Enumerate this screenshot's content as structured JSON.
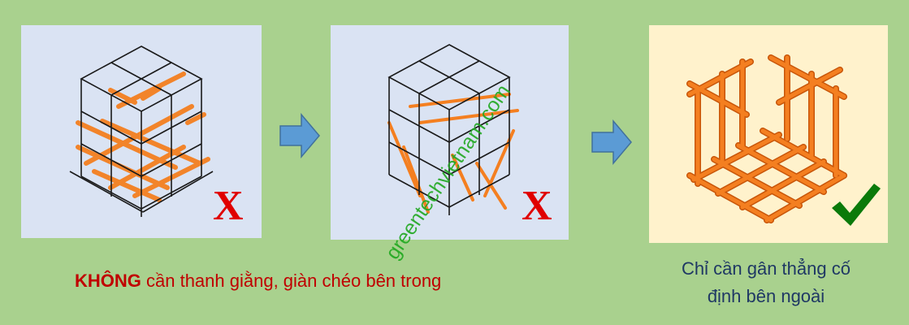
{
  "panels": [
    {
      "id": "panel-internal-grid",
      "mark": "X",
      "mark_color": "#e00000"
    },
    {
      "id": "panel-diagonal-braces",
      "mark": "X",
      "mark_color": "#e00000"
    },
    {
      "id": "panel-outer-frame",
      "mark": "check-icon",
      "mark_color": "#0a7a0a"
    }
  ],
  "captions": {
    "left_bold": "KHÔNG",
    "left_rest": " cần thanh giằng, giàn chéo bên trong",
    "right_line1": "Chỉ cần gân thẳng cố",
    "right_line2": "định bên ngoài"
  },
  "watermark": "greentechvietnam.com",
  "colors": {
    "background": "#a9d18e",
    "panel_blue": "#dae3f3",
    "panel_yellow": "#fff2cc",
    "rebar": "#f47f20",
    "arrow": "#5b9bd5",
    "caption_red": "#c00000",
    "caption_blue": "#1f3864"
  }
}
